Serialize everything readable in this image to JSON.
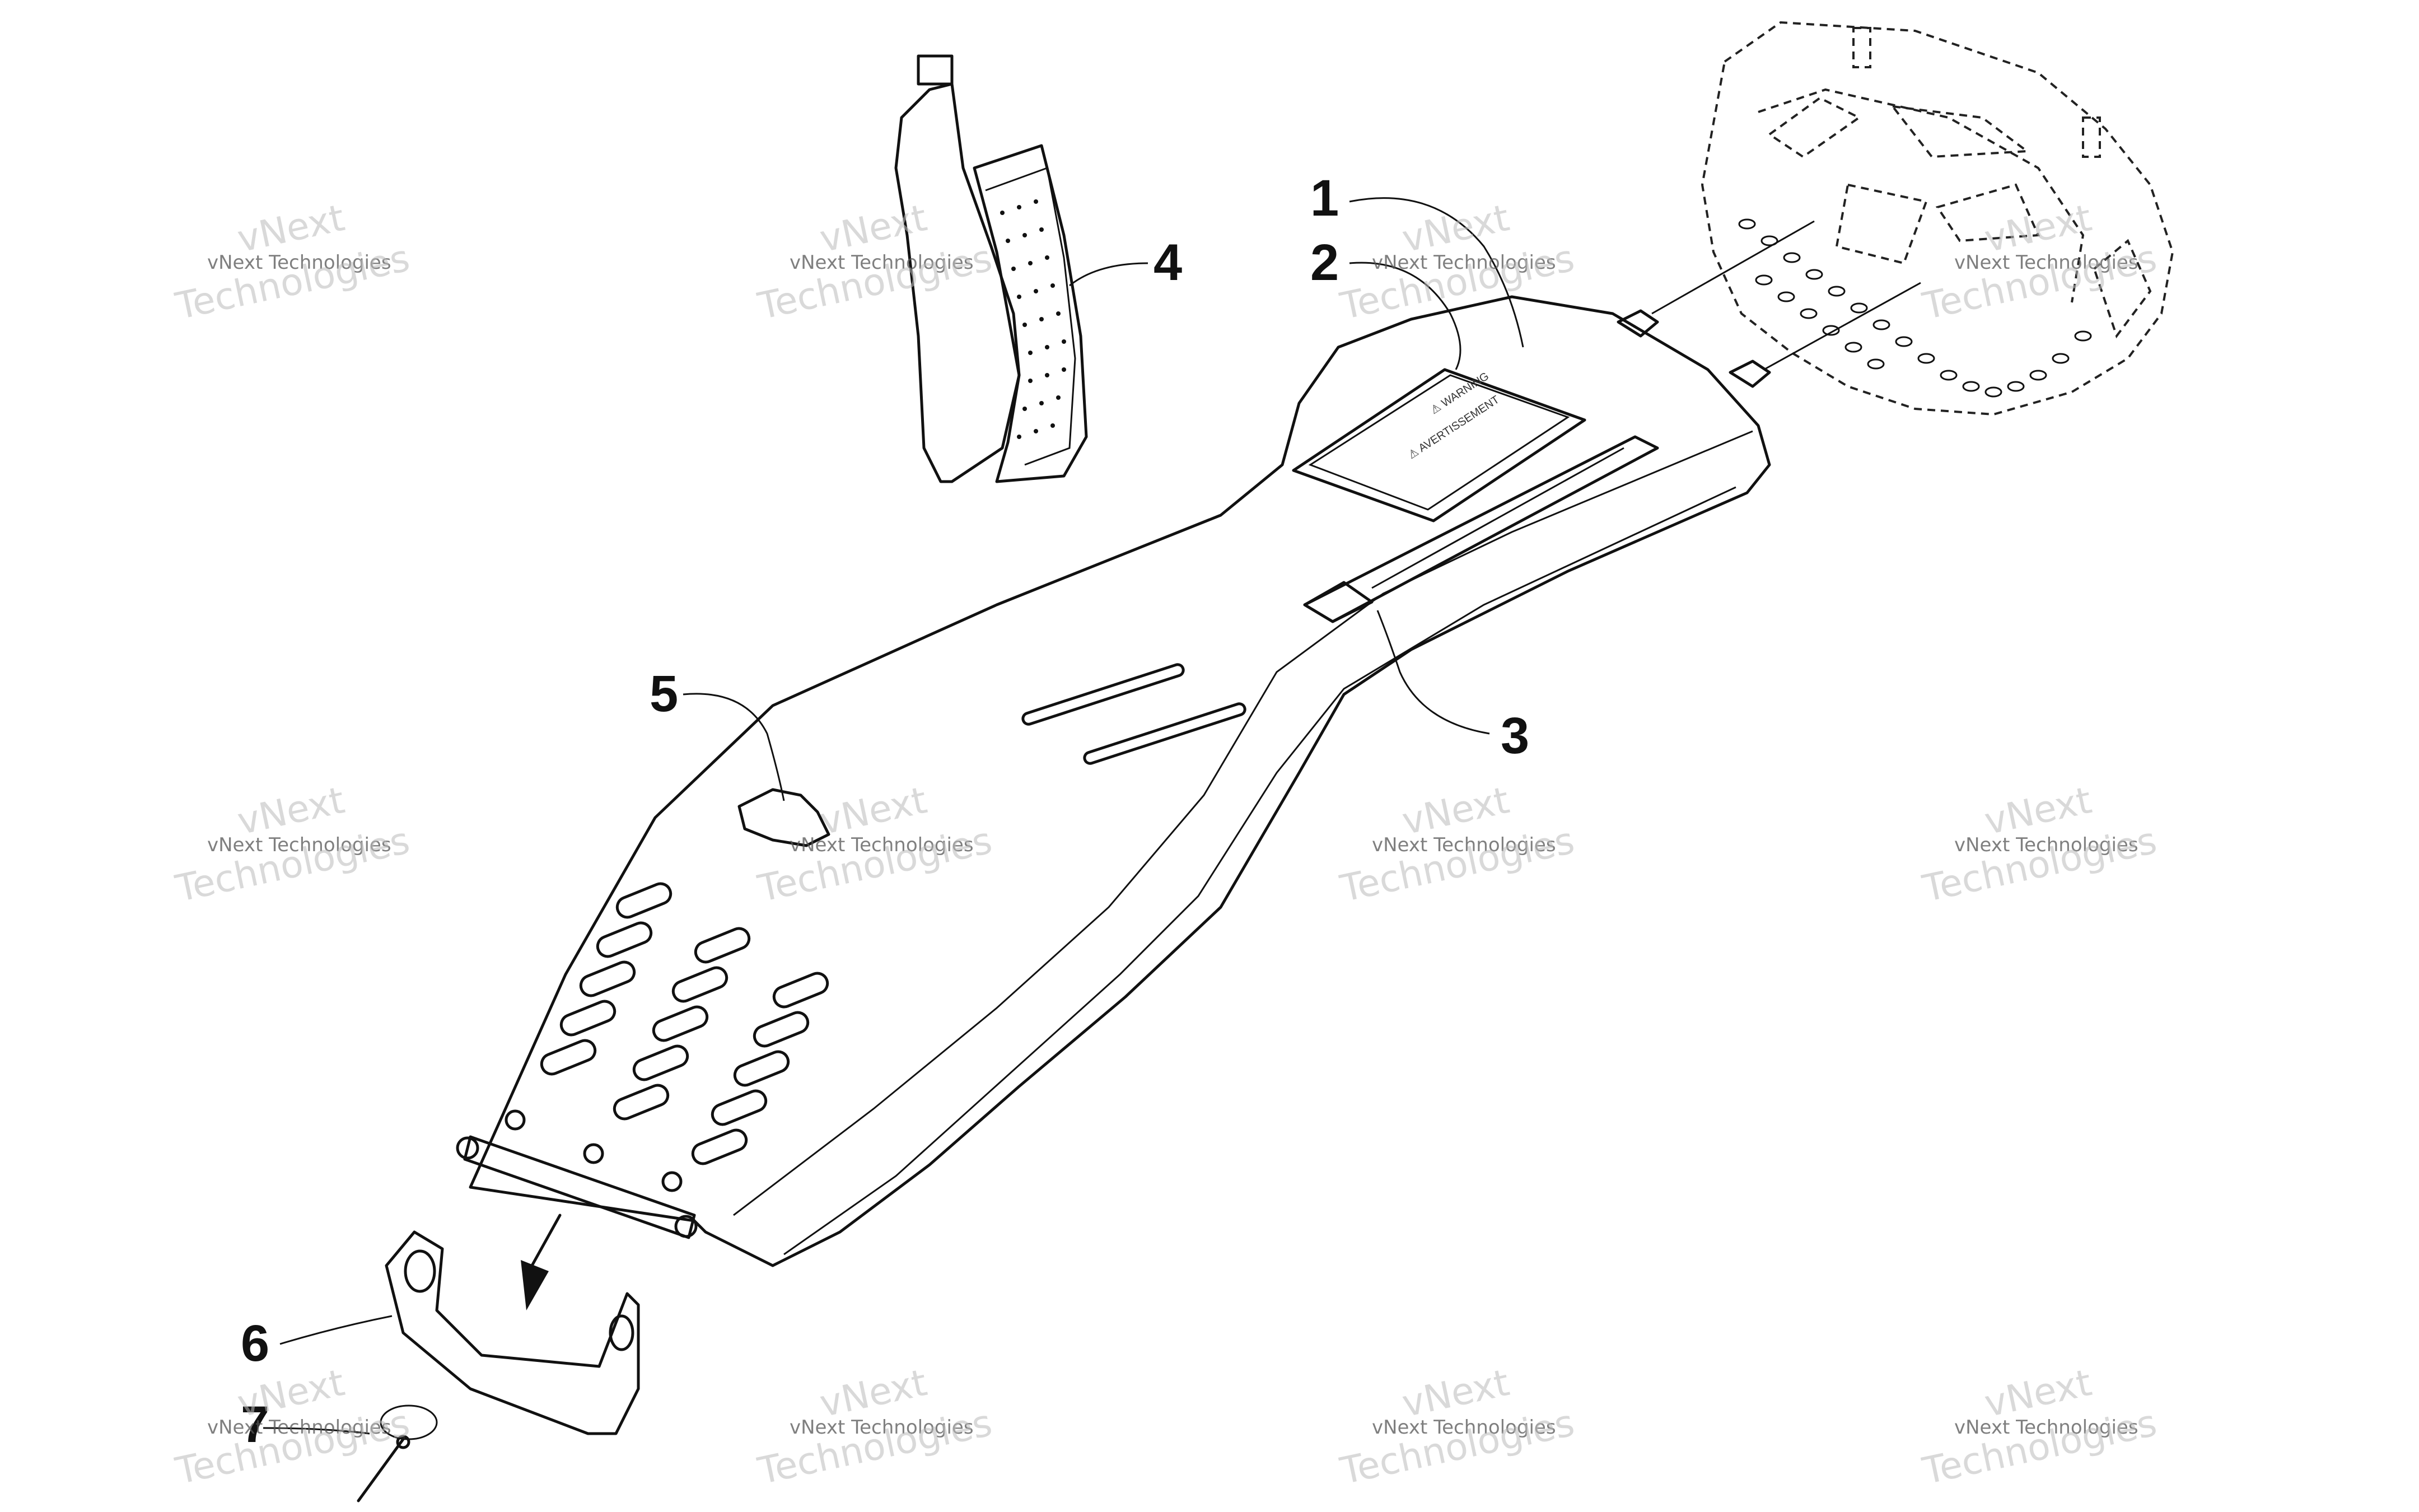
{
  "callouts": [
    {
      "number": "1"
    },
    {
      "number": "2"
    },
    {
      "number": "3"
    },
    {
      "number": "4"
    },
    {
      "number": "5"
    },
    {
      "number": "6"
    },
    {
      "number": "7"
    }
  ],
  "decal_text": {
    "warning": "⚠ WARNING",
    "avertissement": "⚠ AVERTISSEMENT"
  },
  "watermark": {
    "line_small": "vNext Technologies",
    "line_big": "Technologies",
    "line_mid": "vNext"
  }
}
